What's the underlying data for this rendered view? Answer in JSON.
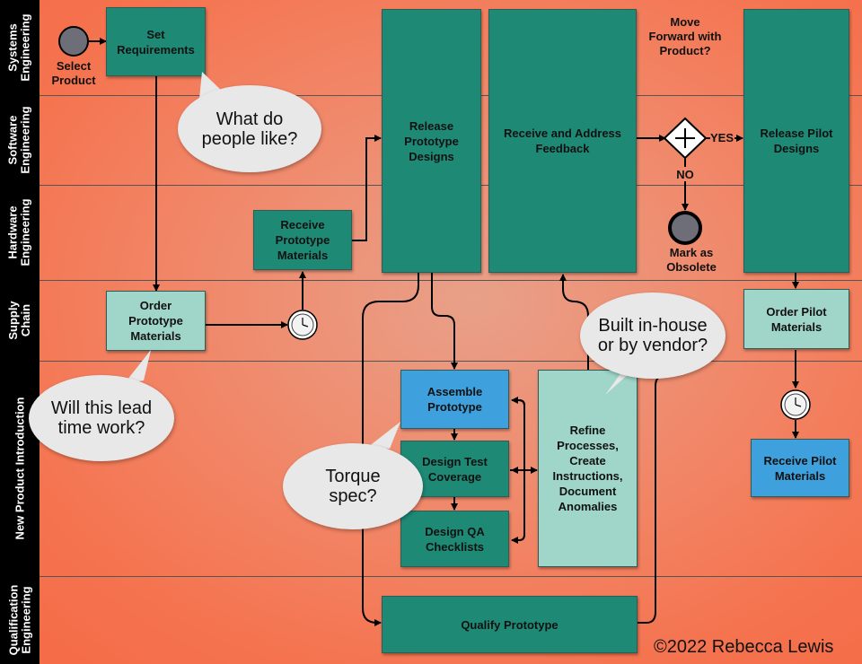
{
  "lanes": [
    {
      "label": "Systems Engineering"
    },
    {
      "label": "Software Engineering"
    },
    {
      "label": "Hardware Engineering"
    },
    {
      "label": "Supply Chain"
    },
    {
      "label": "New Product Introduction"
    },
    {
      "label": "Qualification Engineering"
    }
  ],
  "start_label": "Select Product",
  "tasks": {
    "set_requirements": "Set Requirements",
    "receive_proto_materials": "Receive Prototype Materials",
    "release_proto_designs": "Release Prototype Designs",
    "receive_feedback": "Receive and Address Feedback",
    "release_pilot_designs": "Release Pilot Designs",
    "order_proto_materials": "Order Prototype Materials",
    "order_pilot_materials": "Order Pilot Materials",
    "assemble_prototype": "Assemble Prototype",
    "design_test_coverage": "Design Test Coverage",
    "design_qa_checklists": "Design QA Checklists",
    "refine_processes": "Refine Processes, Create Instructions, Document Anomalies",
    "receive_pilot_materials": "Receive Pilot Materials",
    "qualify_prototype": "Qualify Prototype"
  },
  "gateway": {
    "question": "Move Forward with Product?",
    "yes": "YES",
    "no": "NO"
  },
  "end_label": "Mark as Obsolete",
  "bubbles": {
    "what_people_like": "What do people like?",
    "lead_time": "Will this lead time work?",
    "built_inhouse": "Built in-house or by vendor?",
    "torque": "Torque spec?"
  },
  "copyright": "©2022 Rebecca Lewis",
  "colors": {
    "dark_task": "#1e8a76",
    "light_task": "#9fd6c9",
    "blue_task": "#3ea0dc",
    "bubble": "#e8e8e8",
    "lane_label": "#000000"
  }
}
